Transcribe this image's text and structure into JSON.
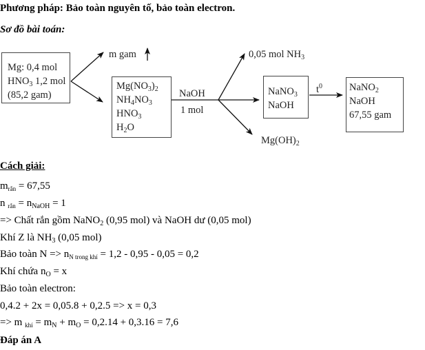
{
  "header": {
    "method_label": "Phương pháp:",
    "method_text": " Bảo toàn nguyên tố, bảo toàn electron.",
    "diagram_title": "Sơ đồ bài toán:"
  },
  "diagram": {
    "start_box": {
      "line1": "Mg: 0,4 mol",
      "line2_pre": "HNO",
      "line2_sub": "3",
      "line2_post": " 1,2 mol",
      "line3": "(85,2 gam)"
    },
    "gas_label": "m gam",
    "solution_box": {
      "l1_a": "Mg(NO",
      "l1_sub1": "3",
      "l1_b": ")",
      "l1_sub2": "2",
      "l2_a": "NH",
      "l2_sub1": "4",
      "l2_b": "NO",
      "l2_sub2": "3",
      "l3_a": "HNO",
      "l3_sub": "3",
      "l4_a": "H",
      "l4_sub": "2",
      "l4_b": "O"
    },
    "reagent_label": "NaOH",
    "reagent_amount": "1 mol",
    "nh3_label_pre": "0,05 mol NH",
    "nh3_label_sub": "3",
    "precipitate_pre": "Mg(OH)",
    "precipitate_sub": "2",
    "filtrate_box": {
      "l1_a": "NaNO",
      "l1_sub": "3",
      "l2": "NaOH"
    },
    "heat_label": "t",
    "heat_sup": "0",
    "product_box": {
      "l1_a": "NaNO",
      "l1_sub": "2",
      "l2": "NaOH",
      "l3": "67,55 gam"
    }
  },
  "solution": {
    "title": "Cách giải:",
    "lines": {
      "l1_m": "m",
      "l1_sub": "rắn",
      "l1_rest": " = 67,55",
      "l2_n": "n ",
      "l2_sub1": "rắn",
      "l2_eq": " = n",
      "l2_sub2": "NaOH",
      "l2_rest": " = 1",
      "l3_a": "=> Chất rắn gồm NaNO",
      "l3_sub": "2",
      "l3_b": " (0,95 mol) và NaOH dư (0,05 mol)",
      "l4_a": "Khí Z là NH",
      "l4_sub": "3",
      "l4_b": " (0,05 mol)",
      "l5_a": "Bảo toàn N => n",
      "l5_sub": "N trong khí",
      "l5_b": " = 1,2 - 0,95 - 0,05 = 0,2",
      "l6_a": "Khí chứa n",
      "l6_sub": "O",
      "l6_b": " = x",
      "l7": "Bảo toàn electron:",
      "l8": "0,4.2 + 2x = 0,05.8 + 0,2.5 => x = 0,3",
      "l9_a": "=> m ",
      "l9_sub1": "khí",
      "l9_b": " = m",
      "l9_sub2": "N",
      "l9_c": " + m",
      "l9_sub3": "O",
      "l9_d": " = 0,2.14 + 0,3.16 = 7,6"
    },
    "answer": "Đáp án A"
  }
}
